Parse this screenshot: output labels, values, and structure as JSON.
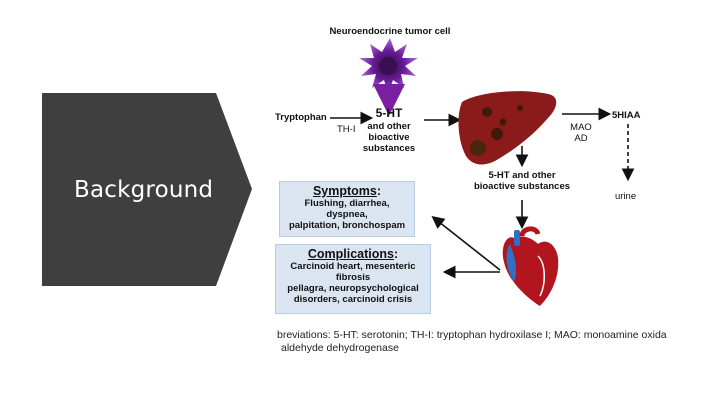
{
  "slide": {
    "title": "Background",
    "chevron_color": "#3f3f3f"
  },
  "diagram": {
    "tumor_label": "Neuroendocrine tumor cell",
    "tryptophan": "Tryptophan",
    "th_i": "TH-I",
    "ht_title": "5-HT",
    "ht_sub_lines": [
      "and other",
      "bioactive",
      "substances"
    ],
    "liver_output_lines": [
      "5-HT and other",
      "bioactive substances"
    ],
    "metabolite": "5HIAA",
    "enzymes_lines": [
      "MAO",
      "AD"
    ],
    "urine": "urine",
    "symptoms": {
      "title": "Symptoms",
      "colon": ":",
      "lines": [
        "Flushing, diarrhea,",
        "dyspnea,",
        "palpitation,  bronchospam"
      ]
    },
    "complications": {
      "title": "Complications",
      "colon": ":",
      "lines": [
        "Carcinoid heart, mesenteric",
        "fibrosis",
        "pellagra, neuropsychological",
        "disorders, carcinoid crisis"
      ]
    },
    "abbreviations_lines": [
      "breviations: 5-HT: serotonin; TH-I: tryptophan hydroxilase I; MAO: monoamine oxidase",
      "aldehyde dehydrogenase"
    ],
    "colors": {
      "tumor": "#6a1b9a",
      "liver": "#8b1a1a",
      "box_fill": "#dbe5f1",
      "arrow": "#111111"
    }
  }
}
